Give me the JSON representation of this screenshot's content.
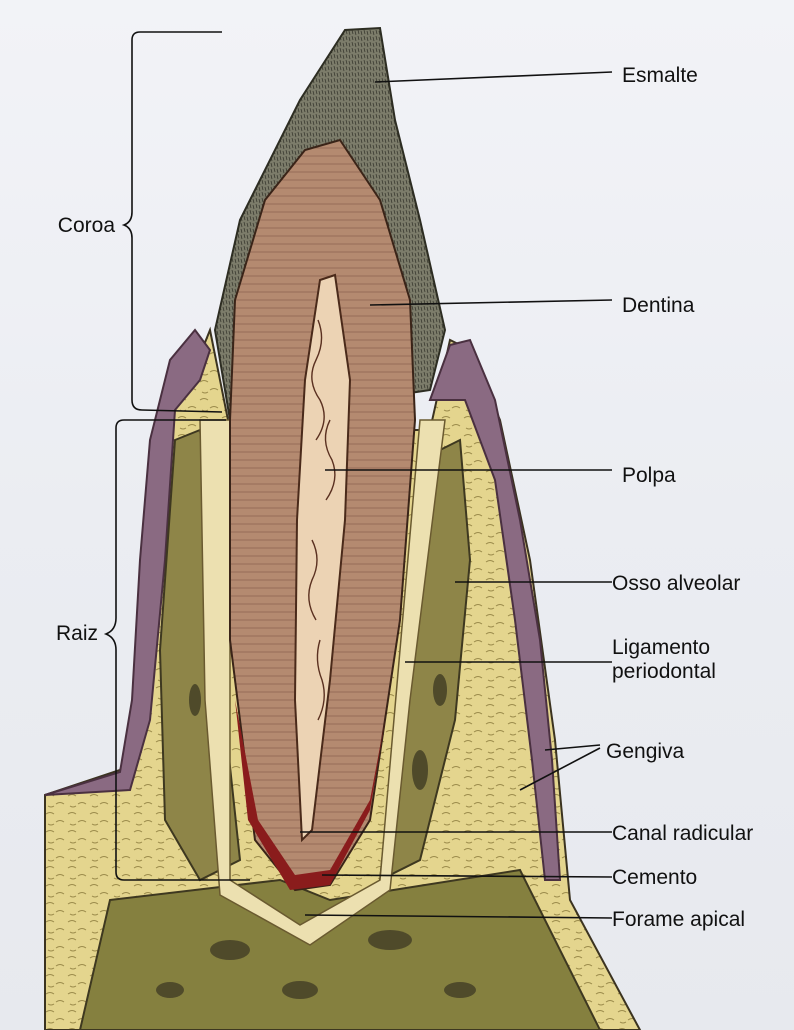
{
  "diagram": {
    "labels": {
      "esmalte": "Esmalte",
      "coroa": "Coroa",
      "dentina": "Dentina",
      "polpa": "Polpa",
      "osso_alveolar": "Osso alveolar",
      "raiz": "Raiz",
      "ligamento_line1": "Ligamento",
      "ligamento_line2": "periodontal",
      "gengiva": "Gengiva",
      "canal_radicular": "Canal radicular",
      "cemento": "Cemento",
      "forame_apical": "Forame apical"
    },
    "colors": {
      "enamel": "#6f7060",
      "dentin": "#b58a6e",
      "pulp": "#e8cdb0",
      "bone": "#8c8446",
      "bone_dark": "#4f4a2a",
      "ligament": "#e6d7a0",
      "gingiva": "#7a5a72",
      "soft_tissue": "#e8d690",
      "canal_blood": "#8a1c1c"
    }
  }
}
